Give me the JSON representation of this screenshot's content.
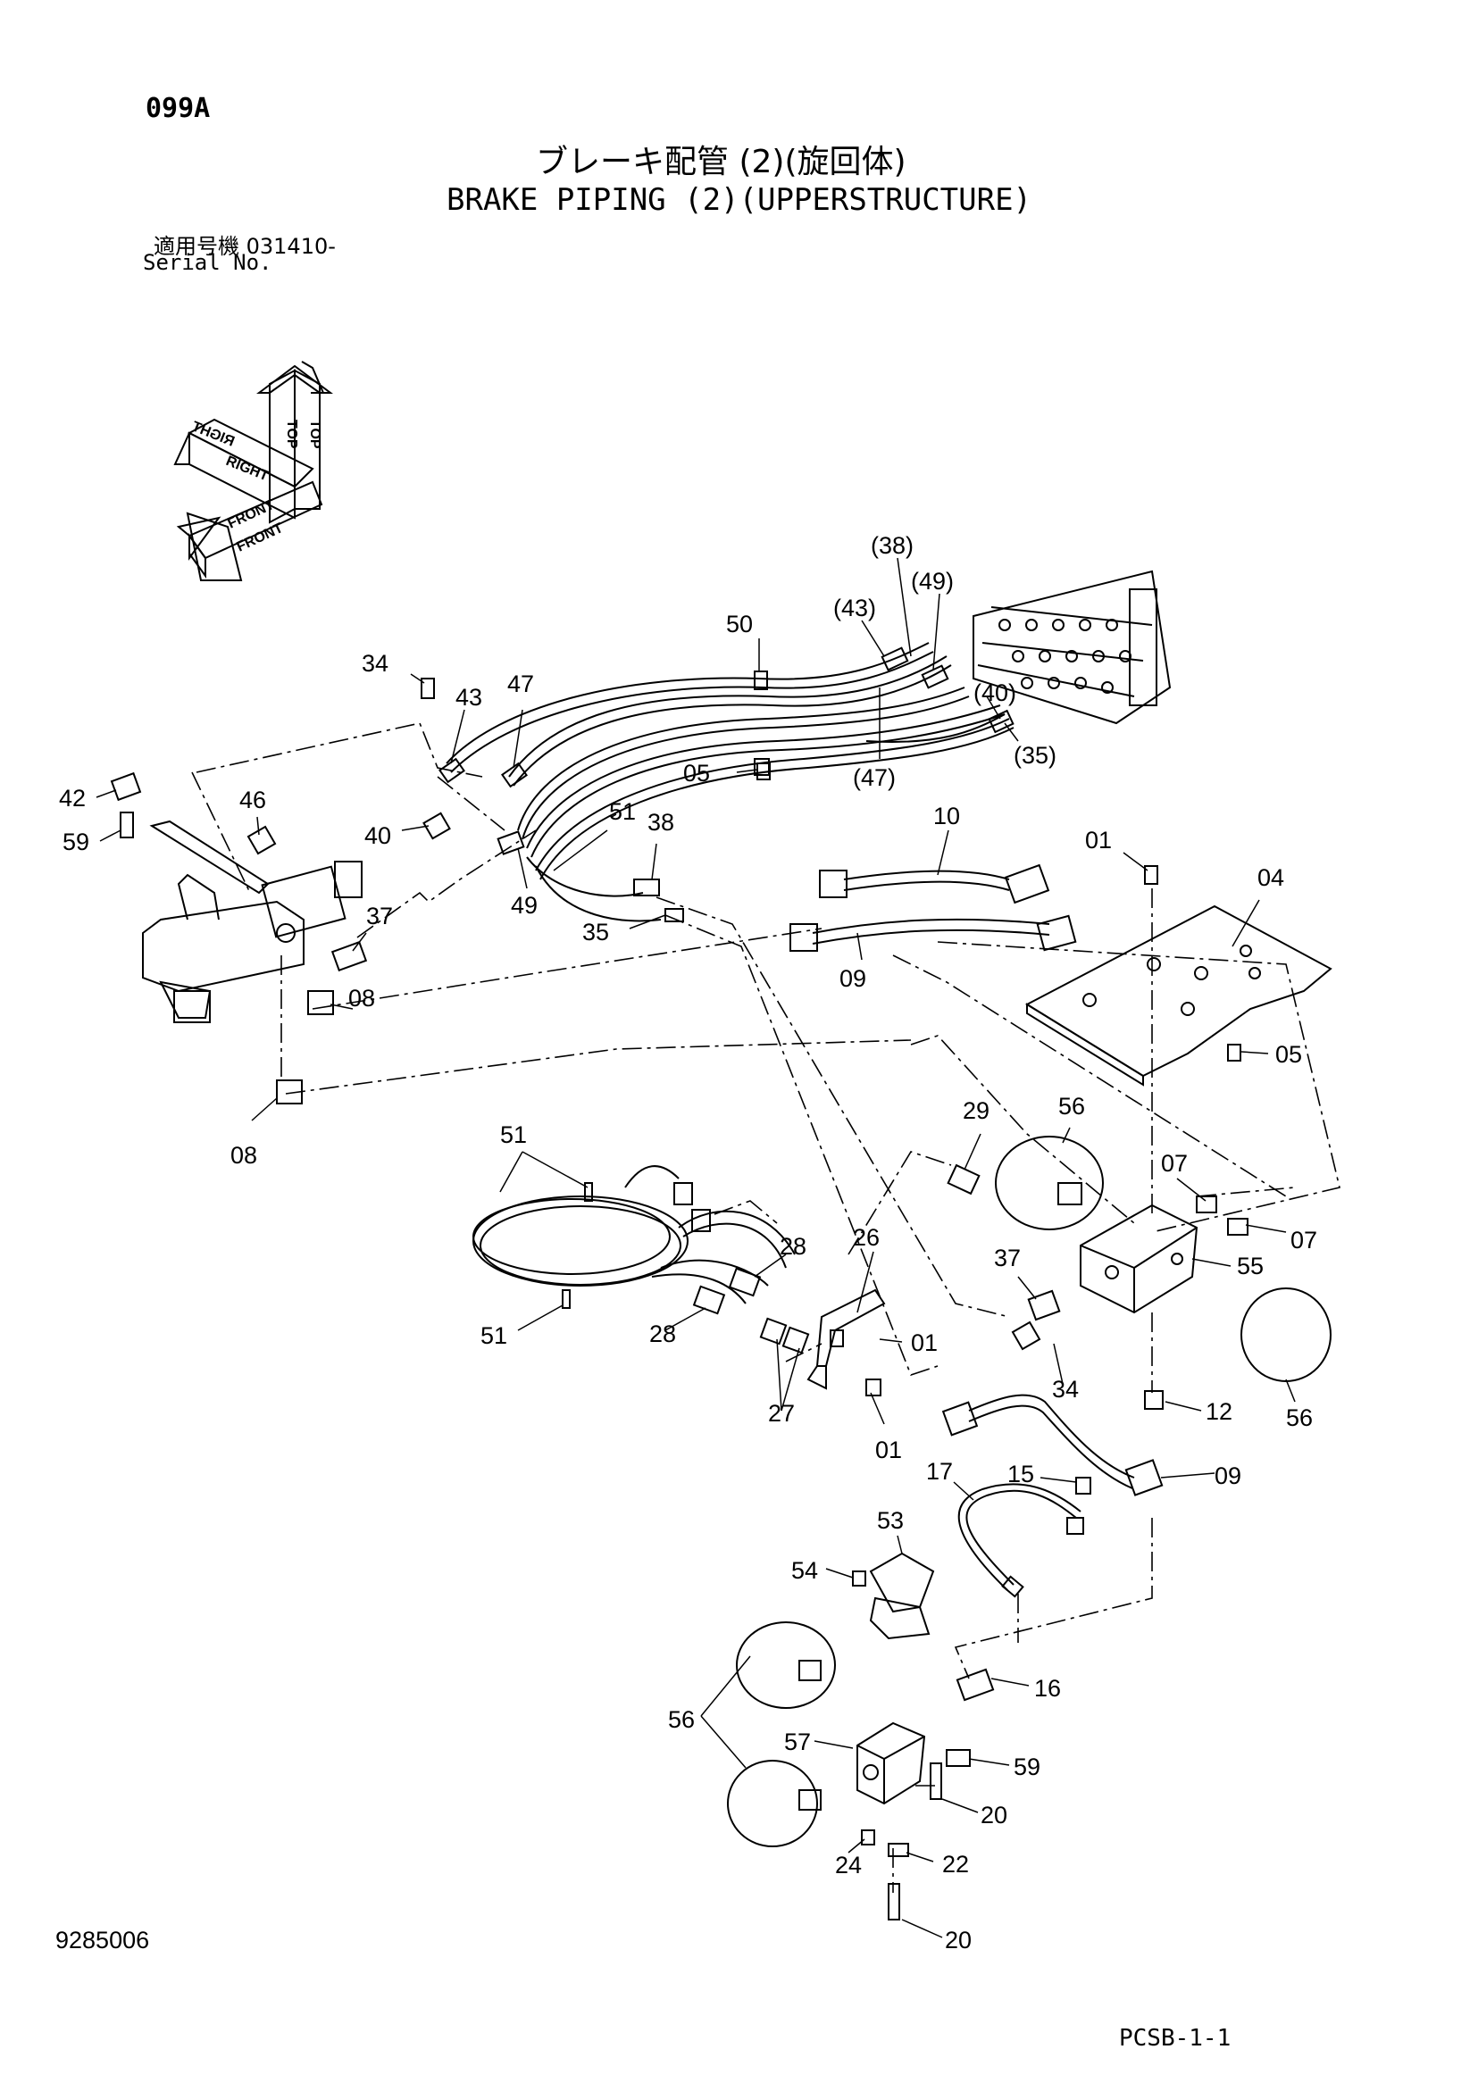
{
  "header": {
    "page_code": "099A",
    "title_jp": "ブレーキ配管 (2)(旋回体)",
    "title_en": "BRAKE PIPING (2)(UPPERSTRUCTURE)",
    "serial_label_jp": "適用号機 031410-",
    "serial_label_en": "Serial No."
  },
  "orientation_indicator": {
    "labels": [
      "TOP",
      "TOP",
      "RIGHT",
      "RIGHT",
      "FRONT",
      "FRONT"
    ]
  },
  "callouts": {
    "c38p": "(38)",
    "c49p": "(49)",
    "c43p": "(43)",
    "c40p": "(40)",
    "c35p": "(35)",
    "c47p": "(47)",
    "c50": "50",
    "c34a": "34",
    "c43": "43",
    "c47": "47",
    "c42": "42",
    "c59a": "59",
    "c46": "46",
    "c40": "40",
    "c51a": "51",
    "c38": "38",
    "c05a": "05",
    "c10": "10",
    "c01a": "01",
    "c04": "04",
    "c49": "49",
    "c37a": "37",
    "c35": "35",
    "c09a": "09",
    "c08a": "08",
    "c08b": "08",
    "c05b": "05",
    "c29": "29",
    "c56a": "56",
    "c07a": "07",
    "c07b": "07",
    "c55": "55",
    "c51b": "51",
    "c26": "26",
    "c28a": "28",
    "c37b": "37",
    "c01b": "01",
    "c51c": "51",
    "c28b": "28",
    "c34b": "34",
    "c27": "27",
    "c12": "12",
    "c56b": "56",
    "c01c": "01",
    "c17": "17",
    "c15": "15",
    "c09b": "09",
    "c53": "53",
    "c54": "54",
    "c16": "16",
    "c56c": "56",
    "c57": "57",
    "c59b": "59",
    "c20a": "20",
    "c24": "24",
    "c22": "22",
    "c20b": "20"
  },
  "footer": {
    "doc_number": "9285006",
    "sheet_code": "PCSB-1-1"
  }
}
